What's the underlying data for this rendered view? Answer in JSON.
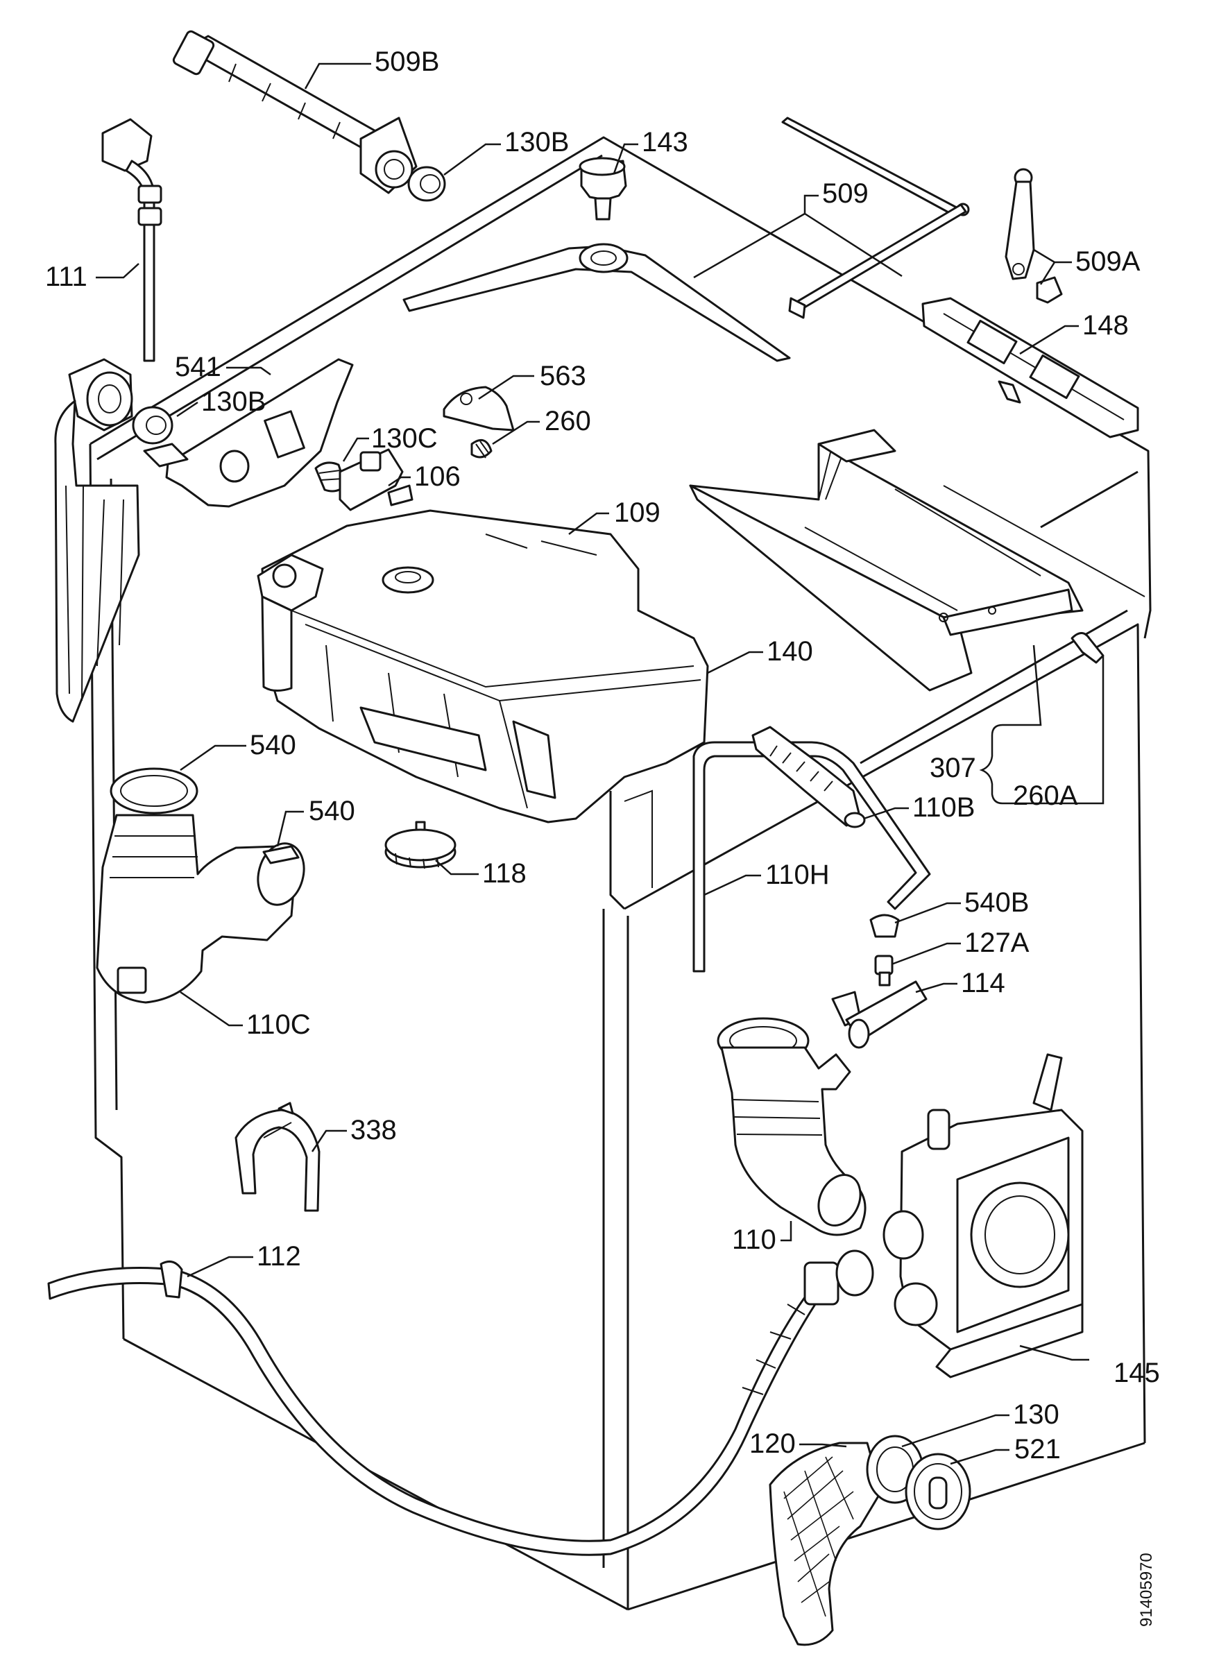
{
  "document_id": "91405970",
  "labels": {
    "l509B": "509B",
    "l130B_top": "130B",
    "l143": "143",
    "l509": "509",
    "l509A": "509A",
    "l111": "111",
    "l148": "148",
    "l541": "541",
    "l130B": "130B",
    "l563": "563",
    "l260": "260",
    "l130C": "130C",
    "l106": "106",
    "l109": "109",
    "l140": "140",
    "l307": "307",
    "l260A": "260A",
    "l540_top": "540",
    "l540": "540",
    "l110B": "110B",
    "l118": "118",
    "l110H": "110H",
    "l540B": "540B",
    "l127A": "127A",
    "l114": "114",
    "l110C": "110C",
    "l338": "338",
    "l110": "110",
    "l112": "112",
    "l145": "145",
    "l130": "130",
    "l120": "120",
    "l521": "521"
  }
}
